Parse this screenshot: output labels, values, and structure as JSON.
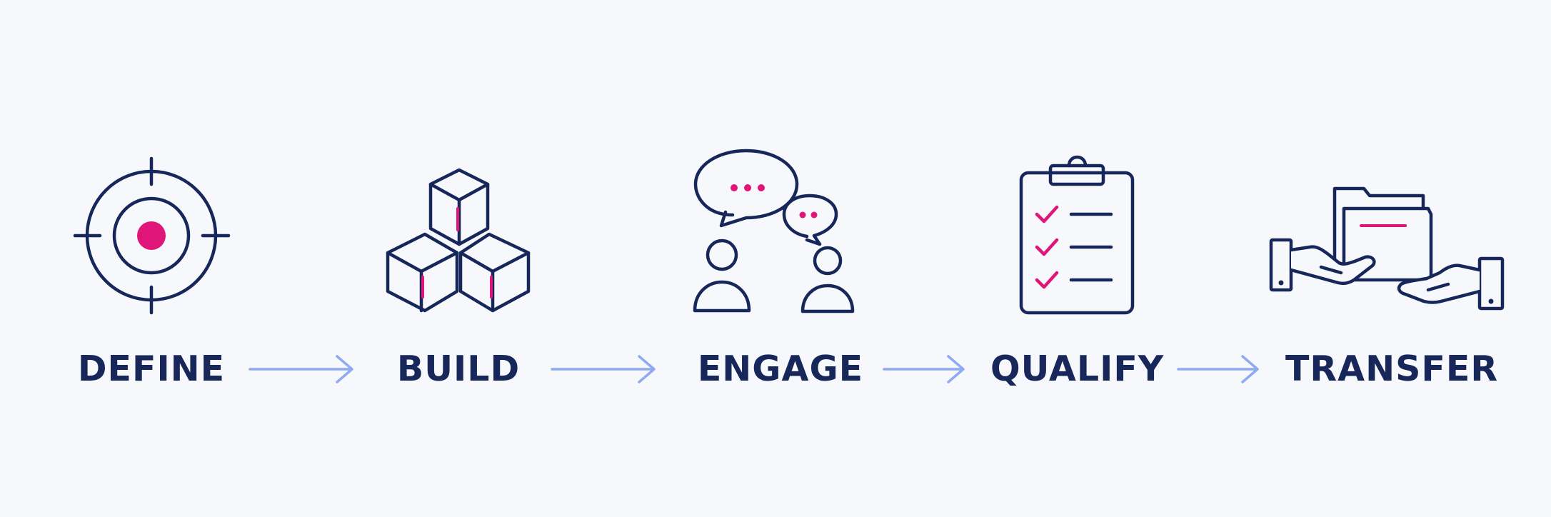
{
  "colors": {
    "background": "#f7f8fb",
    "navy": "#17275a",
    "accent_pink": "#e0157a",
    "arrow_blue": "#8eaaf2"
  },
  "steps": [
    {
      "label": "DEFINE",
      "icon": "target-icon"
    },
    {
      "label": "BUILD",
      "icon": "cubes-icon"
    },
    {
      "label": "ENGAGE",
      "icon": "conversation-icon"
    },
    {
      "label": "QUALIFY",
      "icon": "clipboard-checklist-icon"
    },
    {
      "label": "TRANSFER",
      "icon": "handoff-folder-icon"
    }
  ]
}
